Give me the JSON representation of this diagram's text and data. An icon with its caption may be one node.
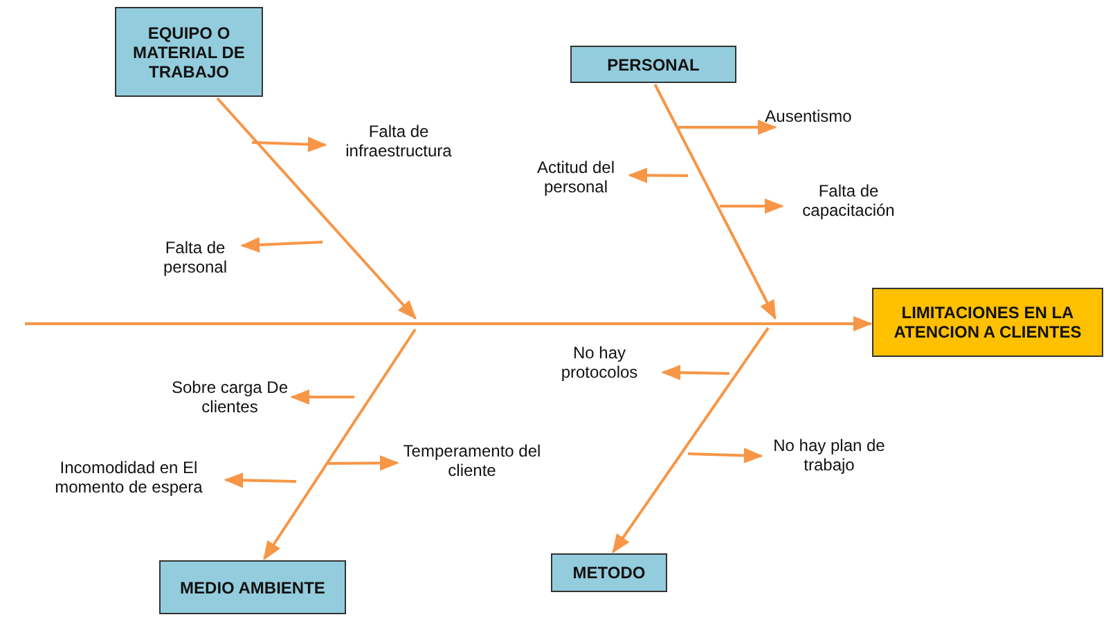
{
  "diagram": {
    "nodes": [
      {
        "text": [
          "EQUIPO O MATERIAL DE TRABAJO"
        ]
      },
      {
        "text": [
          "PERSONAL"
        ]
      },
      {
        "text": [
          "LIMITACIONES EN LA ATENCION A CLIENTES"
        ]
      },
      {
        "text": [
          "MEDIO AMBIENTE"
        ]
      },
      {
        "text": [
          "METODO"
        ]
      },
      {
        "text": [
          "Falta de infraestructura"
        ]
      },
      {
        "text": [
          "Falta de personal"
        ]
      },
      {
        "text": [
          "Ausentismo"
        ]
      },
      {
        "text": [
          "Actitud del personal"
        ]
      },
      {
        "text": [
          "Falta de capacitación"
        ]
      },
      {
        "text": [
          "No hay protocolos"
        ]
      },
      {
        "text": [
          "No hay plan de trabajo"
        ]
      },
      {
        "text": [
          "Sobre carga De clientes"
        ]
      },
      {
        "text": [
          "Incomodidad en El momento de espera"
        ]
      },
      {
        "text": [
          "Temperamento del cliente"
        ]
      }
    ],
    "edges": [
      {
        "from": null,
        "to": 2,
        "arrow": "to"
      },
      {
        "from": 0,
        "to": null,
        "arrow": "to"
      },
      {
        "from": 1,
        "to": null,
        "arrow": "to"
      },
      {
        "from": null,
        "to": 3,
        "arrow": "to"
      },
      {
        "from": null,
        "to": 4,
        "arrow": "to"
      },
      {
        "from": null,
        "to": 5,
        "arrow": "to"
      },
      {
        "from": null,
        "to": 6,
        "arrow": "to"
      },
      {
        "from": null,
        "to": 7,
        "arrow": "to"
      },
      {
        "from": null,
        "to": 8,
        "arrow": "to"
      },
      {
        "from": null,
        "to": 9,
        "arrow": "to"
      },
      {
        "from": null,
        "to": 10,
        "arrow": "to"
      },
      {
        "from": null,
        "to": 11,
        "arrow": "to"
      },
      {
        "from": null,
        "to": 12,
        "arrow": "to"
      },
      {
        "from": null,
        "to": 13,
        "arrow": "to"
      },
      {
        "from": null,
        "to": 14,
        "arrow": "to"
      }
    ]
  }
}
